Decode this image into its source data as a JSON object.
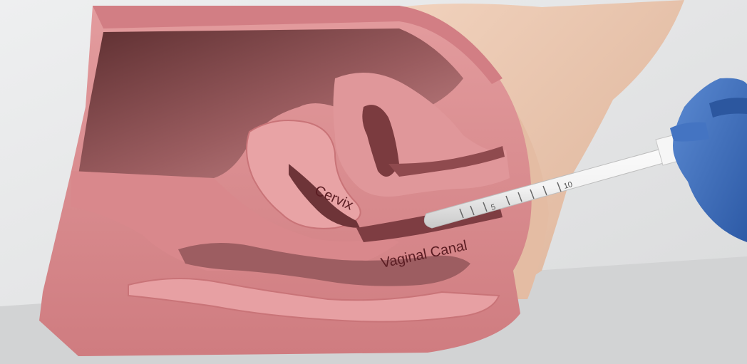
{
  "labels": {
    "cervix": "Cervix",
    "vaginal_canal": "Vaginal Canal"
  },
  "instrument": {
    "marks": [
      "5",
      "10"
    ]
  },
  "colors": {
    "background": "#e6e7e8",
    "skin": "#ecc7ae",
    "tissue": "#d98a8d",
    "tissue_dark": "#b5616a",
    "cavity": "#8d4f53",
    "glove": "#3d6dbb",
    "label_text": "#5a1c22"
  }
}
